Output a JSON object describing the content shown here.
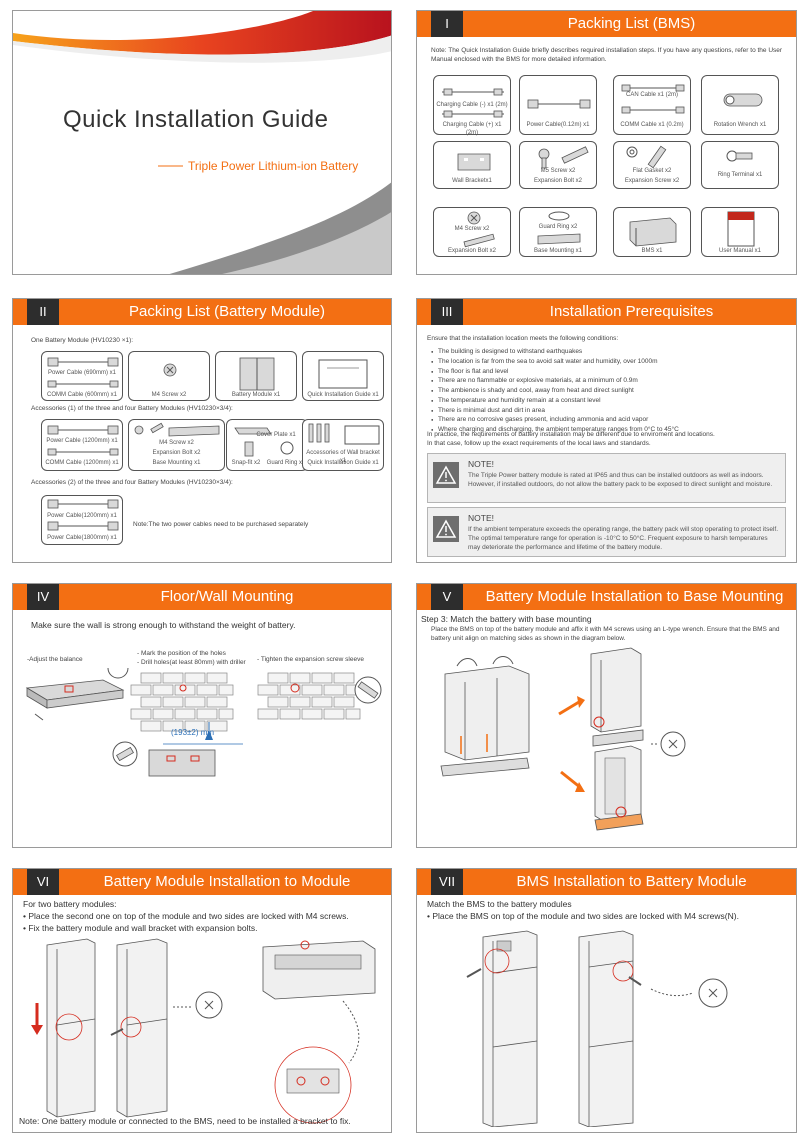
{
  "cover": {
    "title": "Quick Installation Guide",
    "subtitle": "Triple Power Lithium-ion Battery"
  },
  "p1": {
    "num": "I",
    "title": "Packing List (BMS)",
    "note": "Note: The Quick Installation Guide briefly describes required installation steps. If you have any questions, refer to the User Manual enclosed with the BMS for more detailed information.",
    "items": {
      "charging_minus": "Charging Cable (-) x1 (2m)",
      "charging_plus": "Charging Cable (+) x1 (2m)",
      "power_cable": "Power Cable(0.12m) x1",
      "can_cable": "CAN Cable x1 (2m)",
      "comm_cable": "COMM  Cable x1 (0.2m)",
      "rotation_wrench": "Rotation Wrench x1",
      "wall_bracket": "Wall Bracketx1",
      "m5_screw": "M5 Screw x2",
      "exp_bolt": "Expansion Bolt x2",
      "flat_gasket": "Flat Gasket x2",
      "exp_screw": "Expansion Screw x2",
      "ring_terminal": "Ring Terminal  x1",
      "m4_screw": "M4 Screw x2",
      "exp_bolt2": "Expansion Bolt x2",
      "guard_ring": "Guard Ring x2",
      "base_mount": "Base Mounting x1",
      "bms": "BMS x1",
      "manual": "User Manual x1"
    }
  },
  "p2": {
    "num": "II",
    "title": "Packing List (Battery Module)",
    "sec1": "One Battery Module (HV10230 ×1):",
    "sec2": "Accessories (1) of the three and four Battery Modules (HV10230×3/4):",
    "sec3": "Accessories (2) of the three and four Battery Modules (HV10230×3/4):",
    "items": {
      "pc690": "Power Cable (690mm) x1",
      "comm600": "COMM Cable (600mm) x1",
      "m4": "M4 Screw x2",
      "bm": "Battery Module x1",
      "qig": "Quick Installation Guide x1",
      "pc1200": "Power Cable (1200mm) x1",
      "comm1200": "COMM Cable (1200mm) x1",
      "m4b": "M4 Screw x2",
      "expb": "Expansion Bolt x2",
      "basem": "Base Mounting x1",
      "cover": "Cover Plate x1",
      "snap": "Snap-fit x2",
      "guard": "Guard Ring x4",
      "acc_wall": "Accessories of Wall bracket x1",
      "qig2": "Quick Installation Guide x1",
      "pc1200b": "Power Cable(1200mm) x1",
      "pc1800": "Power Cable(1800mm) x1"
    },
    "note": "Note:The two power cables need to be purchased separately"
  },
  "p3": {
    "num": "III",
    "title": "Installation Prerequisites",
    "intro": "Ensure that the installation location meets the following conditions:",
    "bullets": [
      "The building is designed to withstand earthquakes",
      "The location is far from the sea to avoid salt water and humidity, over 1000m",
      "The floor is flat and level",
      "There are no flammable or explosive materials, at a minimum of 0.9m",
      "The ambience is shady and cool, away from heat and direct sunlight",
      "The temperature and humidity remain at a constant level",
      "There is minimal dust and dirt in area",
      "There are no corrosive gases present, including ammonia and acid vapor",
      "Where charging and discharging, the ambient temperature ranges from 0°C to 45°C"
    ],
    "practice": "In practice, the requirements of battery installation may be different due to enviroment and locations.",
    "follow": "In that case, follow up the exact requirements of the local laws and standards.",
    "note1_t": "NOTE!",
    "note1": "The Triple Power battery module is rated at IP65 and thus can be installed outdoors as well as indoors. However, if installed outdoors, do not allow the battery pack to be exposed to direct sunlight and moisture.",
    "note2_t": "NOTE!",
    "note2": "If the ambient temperature exceeds the operating range, the battery pack will stop operating to protect itself. The optimal temperature range for operation is -10°C to 50°C. Frequent exposure to harsh temperatures may deteriorate the performance and lifetime of the battery module."
  },
  "p4": {
    "num": "IV",
    "title": "Floor/Wall Mounting",
    "intro": "Make sure the wall is strong enough to withstand the weight of battery.",
    "adjust": "-Adjust the balance",
    "mark": "- Mark the position of the holes",
    "drill": "- Drill holes(at least 80mm) with driller",
    "tighten": "- Tighten the expansion screw sleeve",
    "dim": "(193±2) mm"
  },
  "p5": {
    "num": "V",
    "title": "Battery Module Installation to Base Mounting",
    "step": "Step 3: Match the battery with base mounting",
    "desc": "Place the BMS on top of the battery module and affix it with M4 screws using an L-type wrench. Ensure that the BMS and battery unit align on matching sides as shown in the diagram below."
  },
  "p6": {
    "num": "VI",
    "title": "Battery Module Installation to Module",
    "l1": "For two battery modules:",
    "l2": "• Place the second one on top of the module and two sides are locked with M4 screws.",
    "l3": "• Fix the battery module and wall bracket with expansion bolts.",
    "note": "Note: One battery module or connected to the BMS, need to be installed a bracket to fix."
  },
  "p7": {
    "num": "VII",
    "title": "BMS Installation to Battery Module",
    "l1": "Match the BMS to the battery modules",
    "l2": "• Place the BMS on top of the module and two sides are locked with M4 screws(N)."
  },
  "colors": {
    "accent": "#f36f13",
    "dark": "#2d2d2d"
  }
}
